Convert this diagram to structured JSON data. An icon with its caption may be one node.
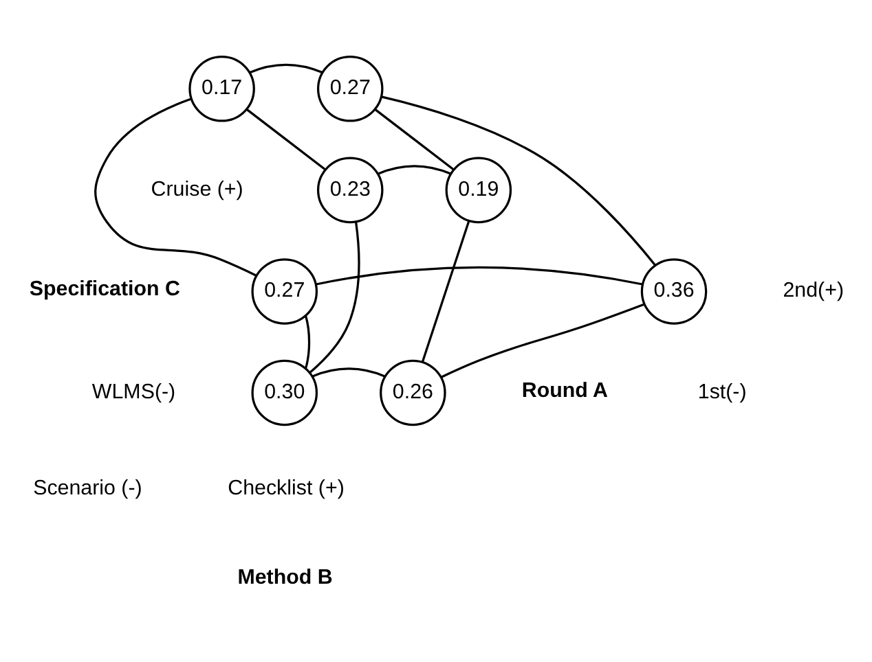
{
  "diagram": {
    "nodes": [
      {
        "text": [
          "0.17"
        ]
      },
      {
        "text": [
          "0.27"
        ]
      },
      {
        "text": [
          "0.23"
        ]
      },
      {
        "text": [
          "0.19"
        ]
      },
      {
        "text": [
          "0.27"
        ]
      },
      {
        "text": [
          "0.36"
        ]
      },
      {
        "text": [
          "0.30"
        ]
      },
      {
        "text": [
          "0.26"
        ]
      }
    ],
    "edges": [
      {
        "from": 0,
        "to": 1,
        "arrow": "none"
      },
      {
        "from": 0,
        "to": 2,
        "arrow": "none"
      },
      {
        "from": 0,
        "to": 4,
        "arrow": "none"
      },
      {
        "from": 1,
        "to": 3,
        "arrow": "none"
      },
      {
        "from": 1,
        "to": 5,
        "arrow": "none"
      },
      {
        "from": 2,
        "to": 3,
        "arrow": "none"
      },
      {
        "from": 2,
        "to": 6,
        "arrow": "none"
      },
      {
        "from": 3,
        "to": 7,
        "arrow": "none"
      },
      {
        "from": 4,
        "to": 5,
        "arrow": "none"
      },
      {
        "from": 4,
        "to": 6,
        "arrow": "none"
      },
      {
        "from": 5,
        "to": 7,
        "arrow": "none"
      },
      {
        "from": 6,
        "to": 7,
        "arrow": "none"
      }
    ],
    "labels": [
      "Cruise (+)",
      "Specification C",
      "2nd(+)",
      "WLMS(-)",
      "Round A",
      "1st(-)",
      "Scenario (-)",
      "Checklist (+)",
      "Method B"
    ]
  }
}
